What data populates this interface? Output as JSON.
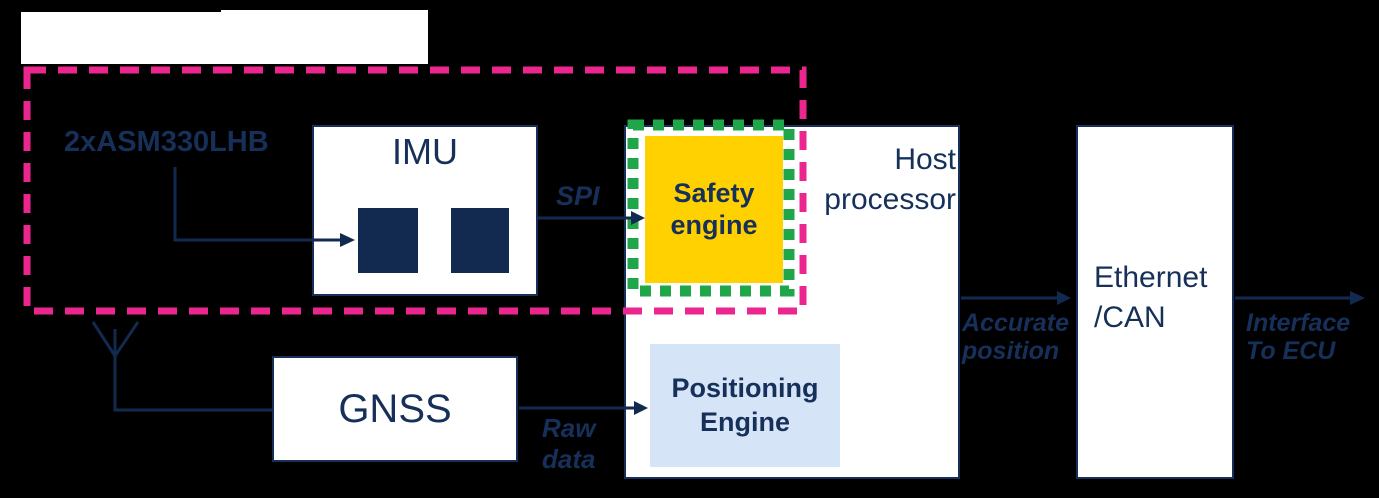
{
  "colors": {
    "background": "#000000",
    "white": "#FFFFFF",
    "navy": "#16305A",
    "navy-fill": "#132A50",
    "pink": "#EC268F",
    "green": "#1FA648",
    "yellow": "#FFD100",
    "light-blue": "#D6E4F7"
  },
  "blocks": {
    "imu": "IMU",
    "gnss": "GNSS",
    "safety_engine": "Safety\nengine",
    "positioning_engine": "Positioning\nEngine",
    "host_processor": "Host\nprocessor",
    "ethernet_can": "Ethernet\n/CAN"
  },
  "labels": {
    "sensor": "2xASM330LHB",
    "spi": "SPI",
    "raw_data": "Raw\ndata",
    "accurate_position": "Accurate\nposition",
    "interface_to_ecu": "Interface\nTo ECU"
  }
}
